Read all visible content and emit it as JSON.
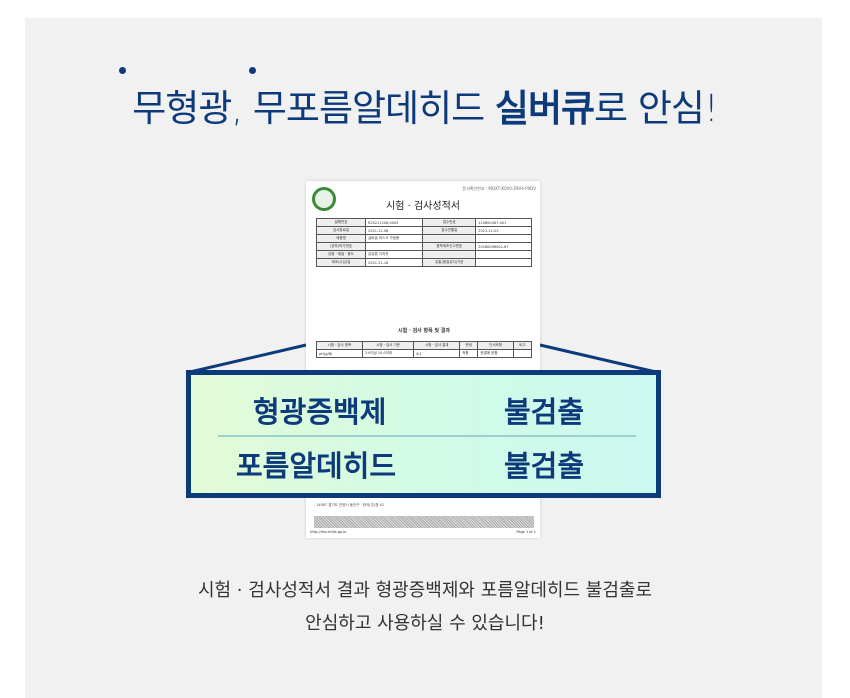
{
  "headline": {
    "prefix": "무형광, 무포름알데히드 ",
    "brand": "실버큐",
    "suffix": "로 안심!"
  },
  "colors": {
    "navy": "#0d3a7a",
    "panel": "#f1f1f1"
  },
  "document": {
    "doc_number": "문서확인번호 : MQXT-XOV0-Z9V4-PXOV",
    "title": "시험 · 검사성적서",
    "rows": [
      [
        "발행번호",
        "R20211208-0005",
        "접수번호",
        "210800467-001"
      ],
      [
        "검사완료일",
        "2021-12-08",
        "접수연월일",
        "2021-12-02"
      ],
      [
        "제품명",
        "실버큐 마스크 가정용",
        "",
        ""
      ],
      [
        "(공부)허가번호",
        "",
        "품목제조신고번호",
        "20180096002-67"
      ],
      [
        "유형 · 재질 · 용도",
        "섬유류 기저귀",
        "",
        ""
      ],
      [
        "제조(수입)일",
        "2021-11-18",
        "유통(품질유지)기한",
        ""
      ]
    ],
    "results_title": "시험 · 검사 항목 및 결과",
    "results_header": [
      "시험 · 검사 항목",
      "시험 · 검사 기준",
      "시험 · 검사 결과",
      "판정",
      "단서조항",
      "비고"
    ],
    "results_row": [
      "pH(g/B)",
      "3.0이상 10.0이하",
      "6.1",
      "적합",
      "한결에 한함",
      ""
    ],
    "footer": "14087 경기도 안양시 동안구 · 한국(주)경·42",
    "page": "Page 1 of 1",
    "url": "http://ims.mfds.go.kr"
  },
  "callout": {
    "items": [
      {
        "name": "형광증백제",
        "result": "불검출"
      },
      {
        "name": "포름알데히드",
        "result": "불검출"
      }
    ]
  },
  "caption": {
    "line1": "시험 · 검사성적서 결과 형광증백제와 포름알데히드 불검출로",
    "line2": "안심하고 사용하실 수 있습니다!"
  }
}
